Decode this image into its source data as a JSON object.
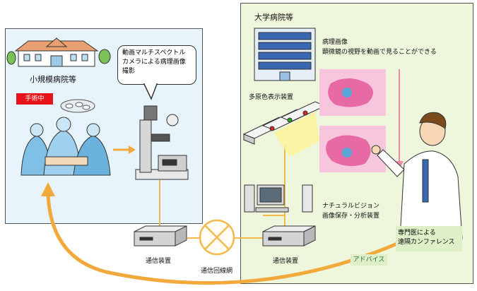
{
  "left_panel": {
    "title": "小規模病院等",
    "surgery_badge": "手術中",
    "callout": {
      "line1": "動画マルチスペクトル",
      "line2": "カメラによる病理画像",
      "line3": "撮影"
    },
    "device_label": "通信装置"
  },
  "network_label": "通信回線網",
  "right_panel": {
    "title": "大学病院等",
    "pathology_title": "病理画像",
    "pathology_desc": "顕微鏡の視野を動画で見ることができる",
    "display_label": "多原色表示装置",
    "storage_label1": "ナチュラルビジョン",
    "storage_label2": "画像保存・分析装置",
    "device_label": "通信装置",
    "conference_line1": "専門医による",
    "conference_line2": "遠隔カンファレンス",
    "advice_label": "アドバイス"
  },
  "colors": {
    "line": "#f5b84a",
    "arrow_orange": "#f2a93b",
    "arrow_pink": "#f08aa8",
    "badge": "#e8131a",
    "panel_left": "#e8f4fb",
    "panel_right": "#eef6dc",
    "pathology_bg": "#f7c6dc",
    "pathology_cell": "#e86aa4",
    "nucleus": "#5aa6d6"
  }
}
